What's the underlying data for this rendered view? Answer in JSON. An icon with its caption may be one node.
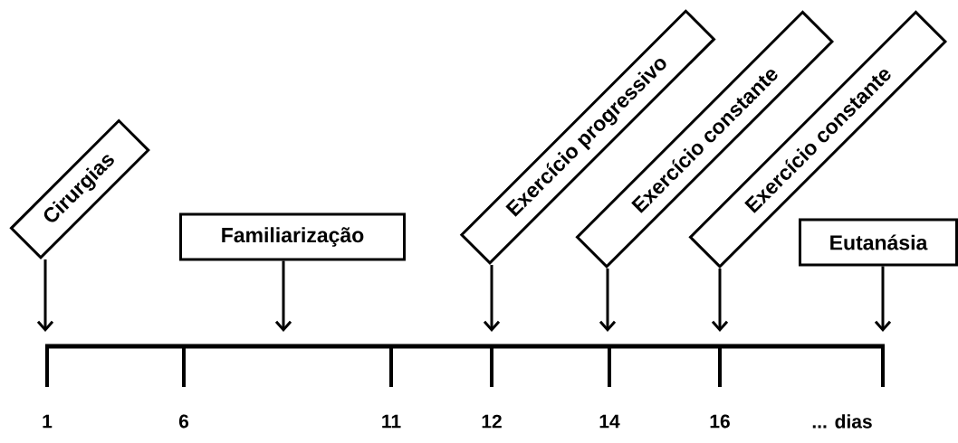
{
  "diagram": {
    "nodes": [
      {
        "text": [
          "Cirurgias"
        ]
      },
      {
        "text": [
          "Familiarização"
        ]
      },
      {
        "text": [
          "Exercício progressivo"
        ]
      },
      {
        "text": [
          "Exercício constante"
        ]
      },
      {
        "text": [
          "Exercício constante"
        ]
      },
      {
        "text": [
          "Eutanásia"
        ]
      }
    ],
    "edges": [
      {
        "from": 0,
        "to": null,
        "arrow": "to"
      },
      {
        "from": 1,
        "to": null,
        "arrow": "to"
      },
      {
        "from": 2,
        "to": null,
        "arrow": "to"
      },
      {
        "from": 3,
        "to": null,
        "arrow": "to"
      },
      {
        "from": 4,
        "to": null,
        "arrow": "to"
      },
      {
        "from": 5,
        "to": null,
        "arrow": "to"
      }
    ],
    "labels": [
      "1",
      "6",
      "11",
      "12",
      "14",
      "16",
      "... dias"
    ]
  }
}
